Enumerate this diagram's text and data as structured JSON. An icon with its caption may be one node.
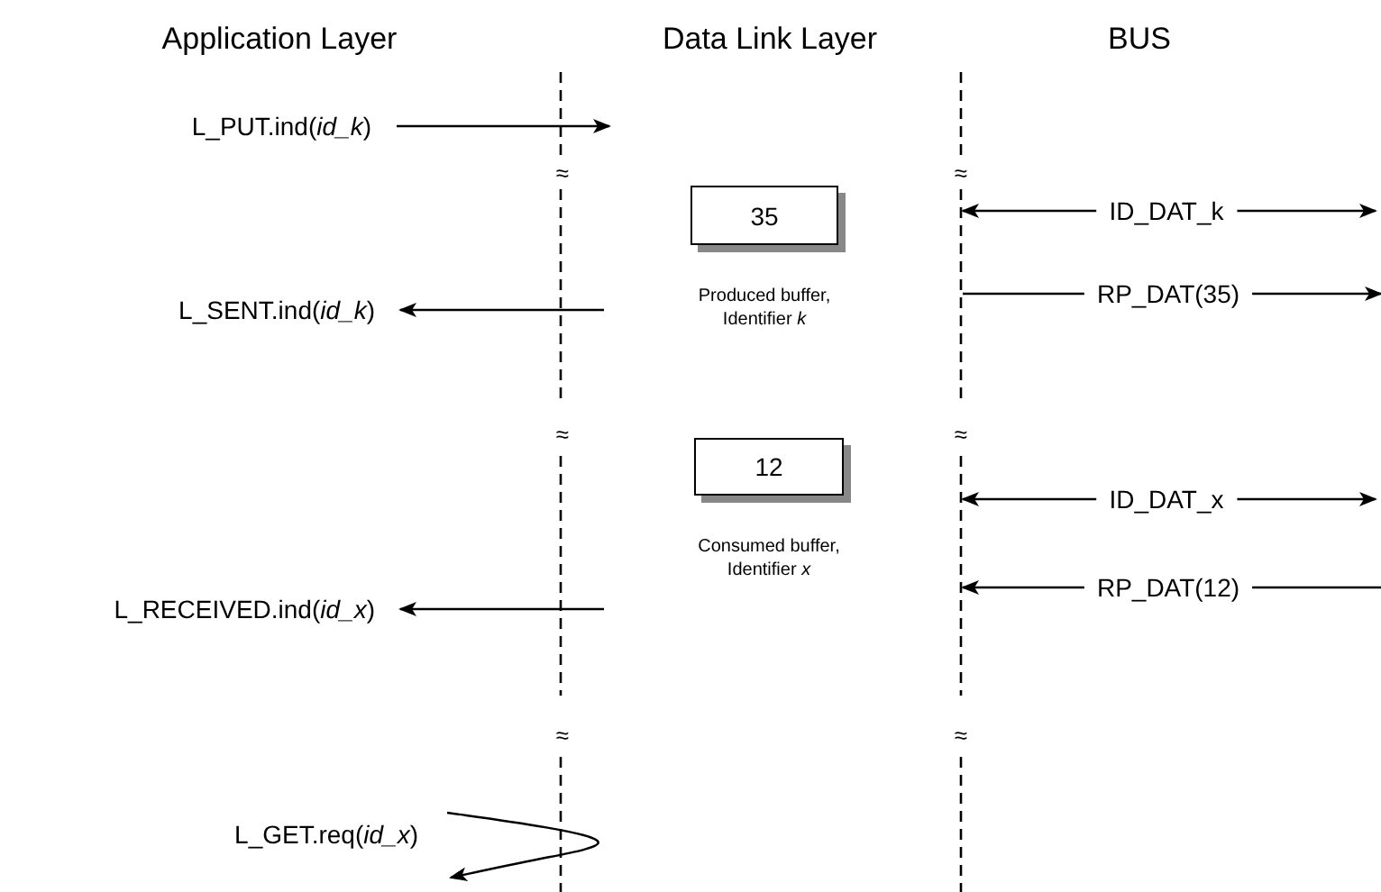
{
  "diagram": {
    "nodes": [
      {
        "text": [
          "L_PUT.ind(*id_k*)"
        ]
      },
      {
        "text": [
          "35"
        ],
        "beside": [
          "Produced buffer, Identifier *k*"
        ]
      },
      {
        "text": [
          "ID_DAT_k"
        ]
      },
      {
        "text": [
          "RP_DAT(35)"
        ]
      },
      {
        "text": [
          "L_SENT.ind(*id_k*)"
        ]
      },
      {
        "text": [
          "12"
        ],
        "beside": [
          "Consumed buffer, Identifier *x*"
        ]
      },
      {
        "text": [
          "ID_DAT_x"
        ]
      },
      {
        "text": [
          "RP_DAT(12)"
        ]
      },
      {
        "text": [
          "L_RECEIVED.ind(*id_x*)"
        ]
      },
      {
        "text": [
          "L_GET.req(*id_x*)"
        ]
      }
    ],
    "edges": [
      {
        "from": 0,
        "to": null,
        "arrow": "to"
      },
      {
        "from": 2,
        "to": null,
        "arrow": "to"
      },
      {
        "from": 2,
        "to": null,
        "arrow": "to"
      },
      {
        "from": null,
        "to": 3,
        "arrow": "none"
      },
      {
        "from": 3,
        "to": null,
        "arrow": "to"
      },
      {
        "from": null,
        "to": 4,
        "arrow": "to"
      },
      {
        "from": 6,
        "to": null,
        "arrow": "to"
      },
      {
        "from": 6,
        "to": null,
        "arrow": "to"
      },
      {
        "from": 7,
        "to": null,
        "arrow": "to"
      },
      {
        "from": null,
        "to": 7,
        "arrow": "none"
      },
      {
        "from": null,
        "to": 8,
        "arrow": "to"
      },
      {
        "from": 9,
        "to": 9,
        "arrow": "to"
      }
    ],
    "labels": [
      "Application Layer",
      "Data Link Layer",
      "BUS",
      "≈",
      "≈",
      "≈",
      "≈",
      "≈",
      "≈"
    ]
  }
}
